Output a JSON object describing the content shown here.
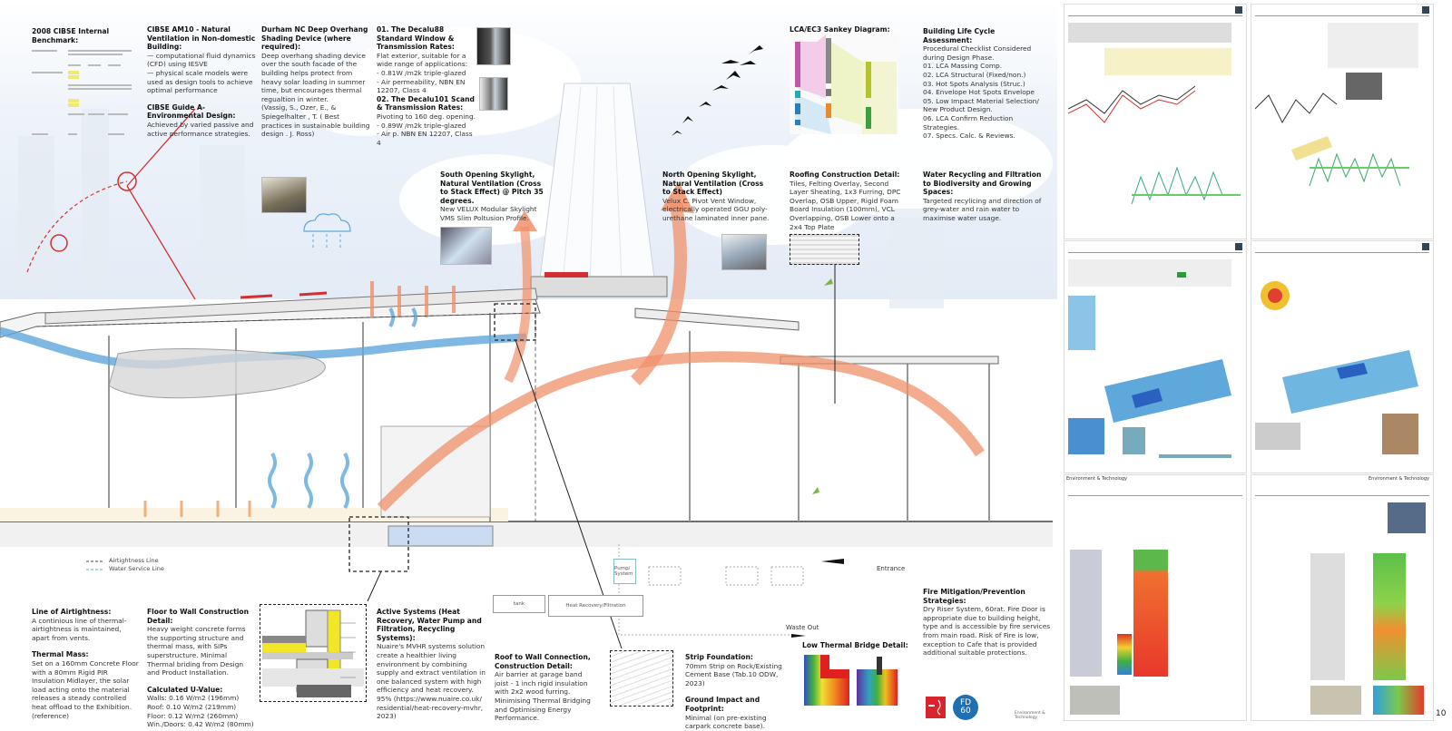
{
  "benchmark": {
    "title": "2008 CIBSE Internal Benchmark:"
  },
  "am10": {
    "title": "CIBSE AM10 - Natural Ventilation in Non-domestic Building:",
    "body": "— computational fluid dynamics (CFD) using IESVE\n— physical scale models were used as design tools to achieve optimal performance",
    "guide_title": "CIBSE Guide A- Environmental Design:",
    "guide_body": "Achieved by varied passive and active performance strategies."
  },
  "durham": {
    "title": "Durham NC Deep Overhang Shading Device (where required):",
    "body": "Deep overhang shading device over the south facade of the building helps protect from heavy solar loading in summer time, but encourages thermal regualtion in winter.\n(Vassig, S., Ozer, E., & Spiegelhalter , T. ( Best practices in sustainable building design . J. Ross)"
  },
  "windows": {
    "w1_title": "01. The Decalu88 Standard Window & Transmission Rates:",
    "w1_body": "Flat exterior, suitable for a wide range of applications:\n- 0.81W /m2k triple-glazed\n- Air permeability, NBN EN 12207, Class 4",
    "w2_title": "02. The Decalu101 Scand & Transmission Rates:",
    "w2_body": "Pivoting to 160 deg. opening.\n- 0.89W /m2k triple-glazed\n- Air p. NBN EN 12207, Class 4"
  },
  "sankey": {
    "title": "LCA/EC3 Sankey Diagram:"
  },
  "lca": {
    "title": "Building Life Cycle Assessment:",
    "body": "Procedural Checklist Considered during Design Phase.\n01. LCA Massing Comp.\n02. LCA Structural (Fixed/non.)\n03. Hot Spots Analysis (Struc.)\n04. Envelope Hot Spots Envelope\n05. Low Impact Material Selection/ New Product Design.\n06. LCA Confirm Reduction Strategies.\n07. Specs. Calc. & Reviews."
  },
  "south_skylight": {
    "title": "South Opening Skylight, Natural Ventilation (Cross to Stack Effect) @ Pitch 35 degrees.",
    "body": "New VELUX Modular Skylight VMS Slim Poltusion Profile."
  },
  "north_skylight": {
    "title": "North Opening Skylight, Natural Ventilation (Cross to Stack Effect)",
    "body": "Velux C. Pivot Vent Window, electrically operated GGU poly-urethane laminated inner pane."
  },
  "roofing": {
    "title": "Roofing Construction Detail:",
    "body": "Tiles, Felting Overlay, Second Layer Sheating, 1x3 Furring, DPC Overlap, OSB Upper, Rigid Foam Board Insulation (100mm), VCL Overlapping, OSB Lower onto a 2x4 Top Plate"
  },
  "water": {
    "title": "Water Recycling and Filtration to Biodiversity and Growing Spaces:",
    "body": "Targeted recylicing and direction of grey-water and rain water to maximise water usage."
  },
  "legend": {
    "airtightness": "Airtightness Line",
    "water_service": "Water Service Line"
  },
  "airtightness": {
    "title": "Line of Airtightness:",
    "body": "A continious line of thermal-airtightness is maintained, apart from vents.",
    "mass_title": "Thermal Mass:",
    "mass_body": "Set on a 160mm Concrete Floor with a 80mm Rigid PIR Insulation Midlayer, the solar load acting onto the material releases a steady controlled heat offload to the Exhibition. (reference)"
  },
  "floor_wall": {
    "title": "Floor to Wall Construction Detail:",
    "body": "Heavy weight concrete forms the supporting structure and thermal mass, with SIPs superstructure. Minimal Thermal briding from Design and Product Installation.",
    "u_title": "Calculated U-Value:",
    "u_values": [
      "Walls: 0.16 W/m2 (196mm)",
      "Roof: 0.10 W/m2 (219mm)",
      "Floor: 0.12 W/m2 (260mm)",
      "Win./Doors: 0.42 W/m2 (80mm)"
    ]
  },
  "active": {
    "title": "Active Systems (Heat Recovery, Water Pump and Filtration, Recycling Systems):",
    "body": "Nuaire's MVHR systems solution create a healthier living environment by combining supply and extract ventilation in one balanced system with high efficiency and heat recovery. 95% (https://www.nuaire.co.uk/ residential/heat-recovery-mvhr, 2023)"
  },
  "roof_wall": {
    "title": "Roof to Wall Connection, Construction Detail:",
    "body": "Air barrier at garage band joist - 1 inch rigid insulation with 2x2 wood furring. Minimising Thermal Bridging and Optimising Energy Performance."
  },
  "strip": {
    "title": "Strip Foundation:",
    "body": "70mm Strip on Rock/Existing Cement Base (Tab.10 ODW, 2023)",
    "ground_title": "Ground Impact and Footprint:",
    "ground_body": "Minimal (on pre-existing carpark concrete base)."
  },
  "thermal_bridge": {
    "title": "Low Thermal Bridge Detail:"
  },
  "fire": {
    "title": "Fire Mitigation/Prevention Strategies:",
    "body": "Dry Riser System, 60rat. Fire Door is appropriate due to building height, type and is accessible by fire services from main road. Risk of Fire is low, exception to Cafe that is provided additional suitable protections.",
    "badge": "FD\n60",
    "footer": "Environment & Technology"
  },
  "systems": {
    "tank": "tank",
    "heat_recovery": "Heat Recovery/Filtration",
    "pump": "Pump/ System",
    "entrance": "Entrance",
    "waste_out": "Waste Out"
  },
  "sheets": {
    "env_tech_1": "Environment & Technology",
    "env_tech_2": "Environment & Technology"
  },
  "page_number": "10",
  "colors": {
    "airflow_warm": "#f0906a",
    "airflow_cool": "#5fa8dc",
    "accent_red": "#d23030",
    "fd_blue": "#1f6fb2"
  }
}
